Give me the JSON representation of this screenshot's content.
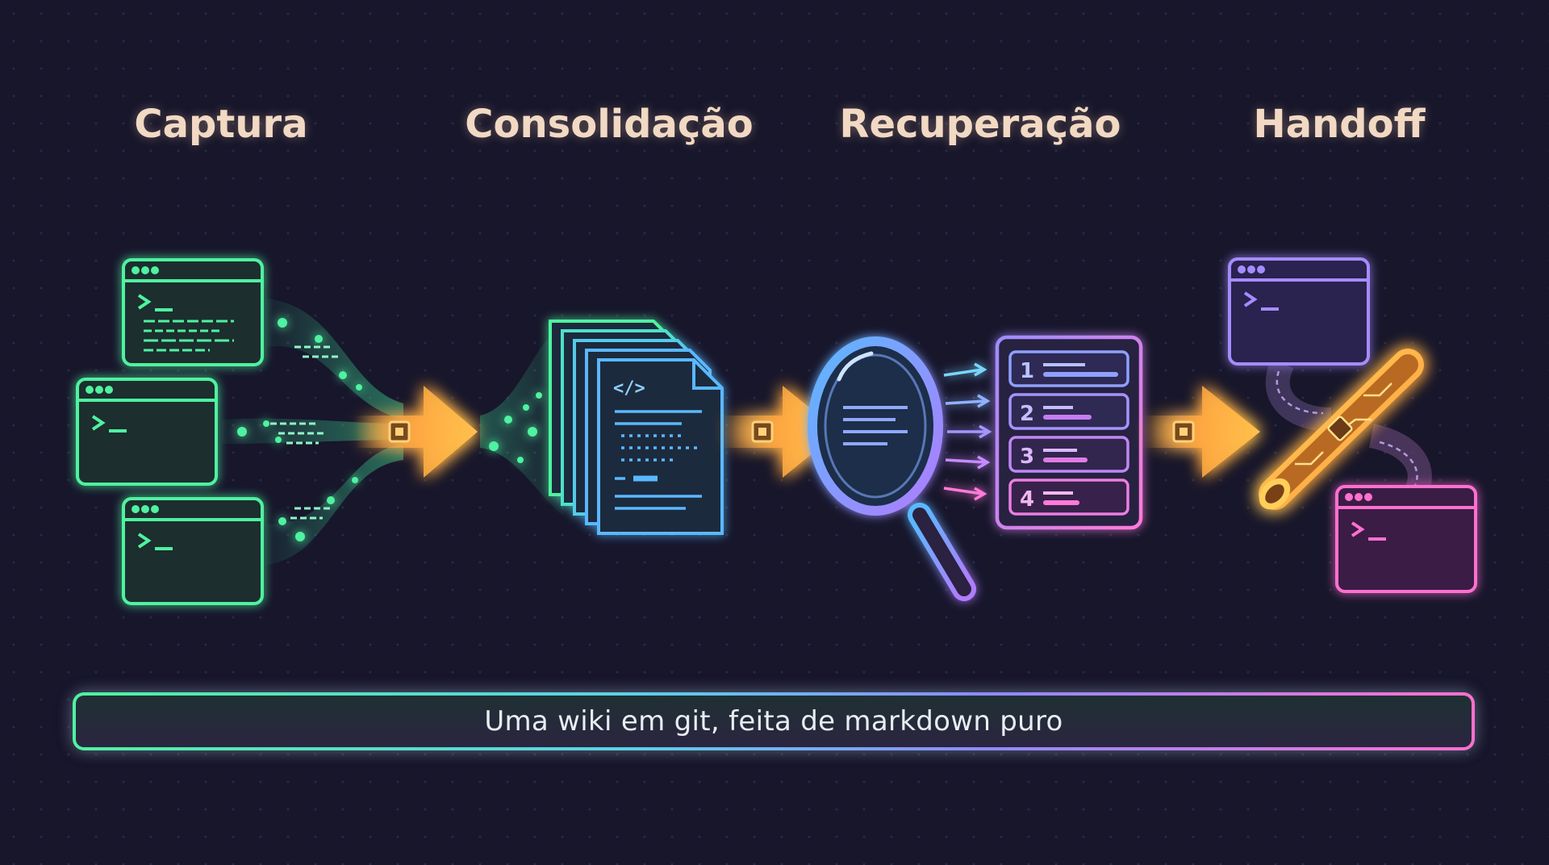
{
  "stages": [
    {
      "label": "Captura",
      "color": "#4ff2a0"
    },
    {
      "label": "Consolidação",
      "color": "#5ab8ff"
    },
    {
      "label": "Recuperação",
      "color": "#a58cff"
    },
    {
      "label": "Handoff",
      "color": "#ff6fd0"
    }
  ],
  "accent_arrow_color": "#ffb347",
  "ranked_list": {
    "items": [
      "1",
      "2",
      "3",
      "4"
    ]
  },
  "terminal_prompt": ">_",
  "code_tag": "</>",
  "footer": {
    "text": "Uma wiki em git, feita de markdown puro"
  }
}
